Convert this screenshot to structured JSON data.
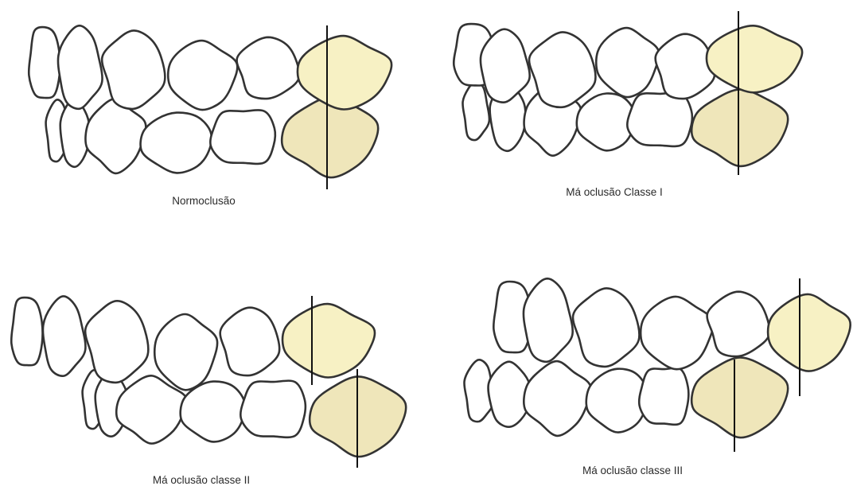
{
  "colors": {
    "tooth_fill": "#ffffff",
    "tooth_outline": "#333333",
    "molar_highlight": "#f7f1c4",
    "molar_highlight_dark": "#efe6ba"
  },
  "panels": [
    {
      "id": "normoclusao",
      "caption": "Normoclusão"
    },
    {
      "id": "classe-1",
      "caption": "Má oclusão Classe I"
    },
    {
      "id": "classe-2",
      "caption": "Má oclusão classe II"
    },
    {
      "id": "classe-3",
      "caption": "Má oclusão classe III"
    }
  ]
}
